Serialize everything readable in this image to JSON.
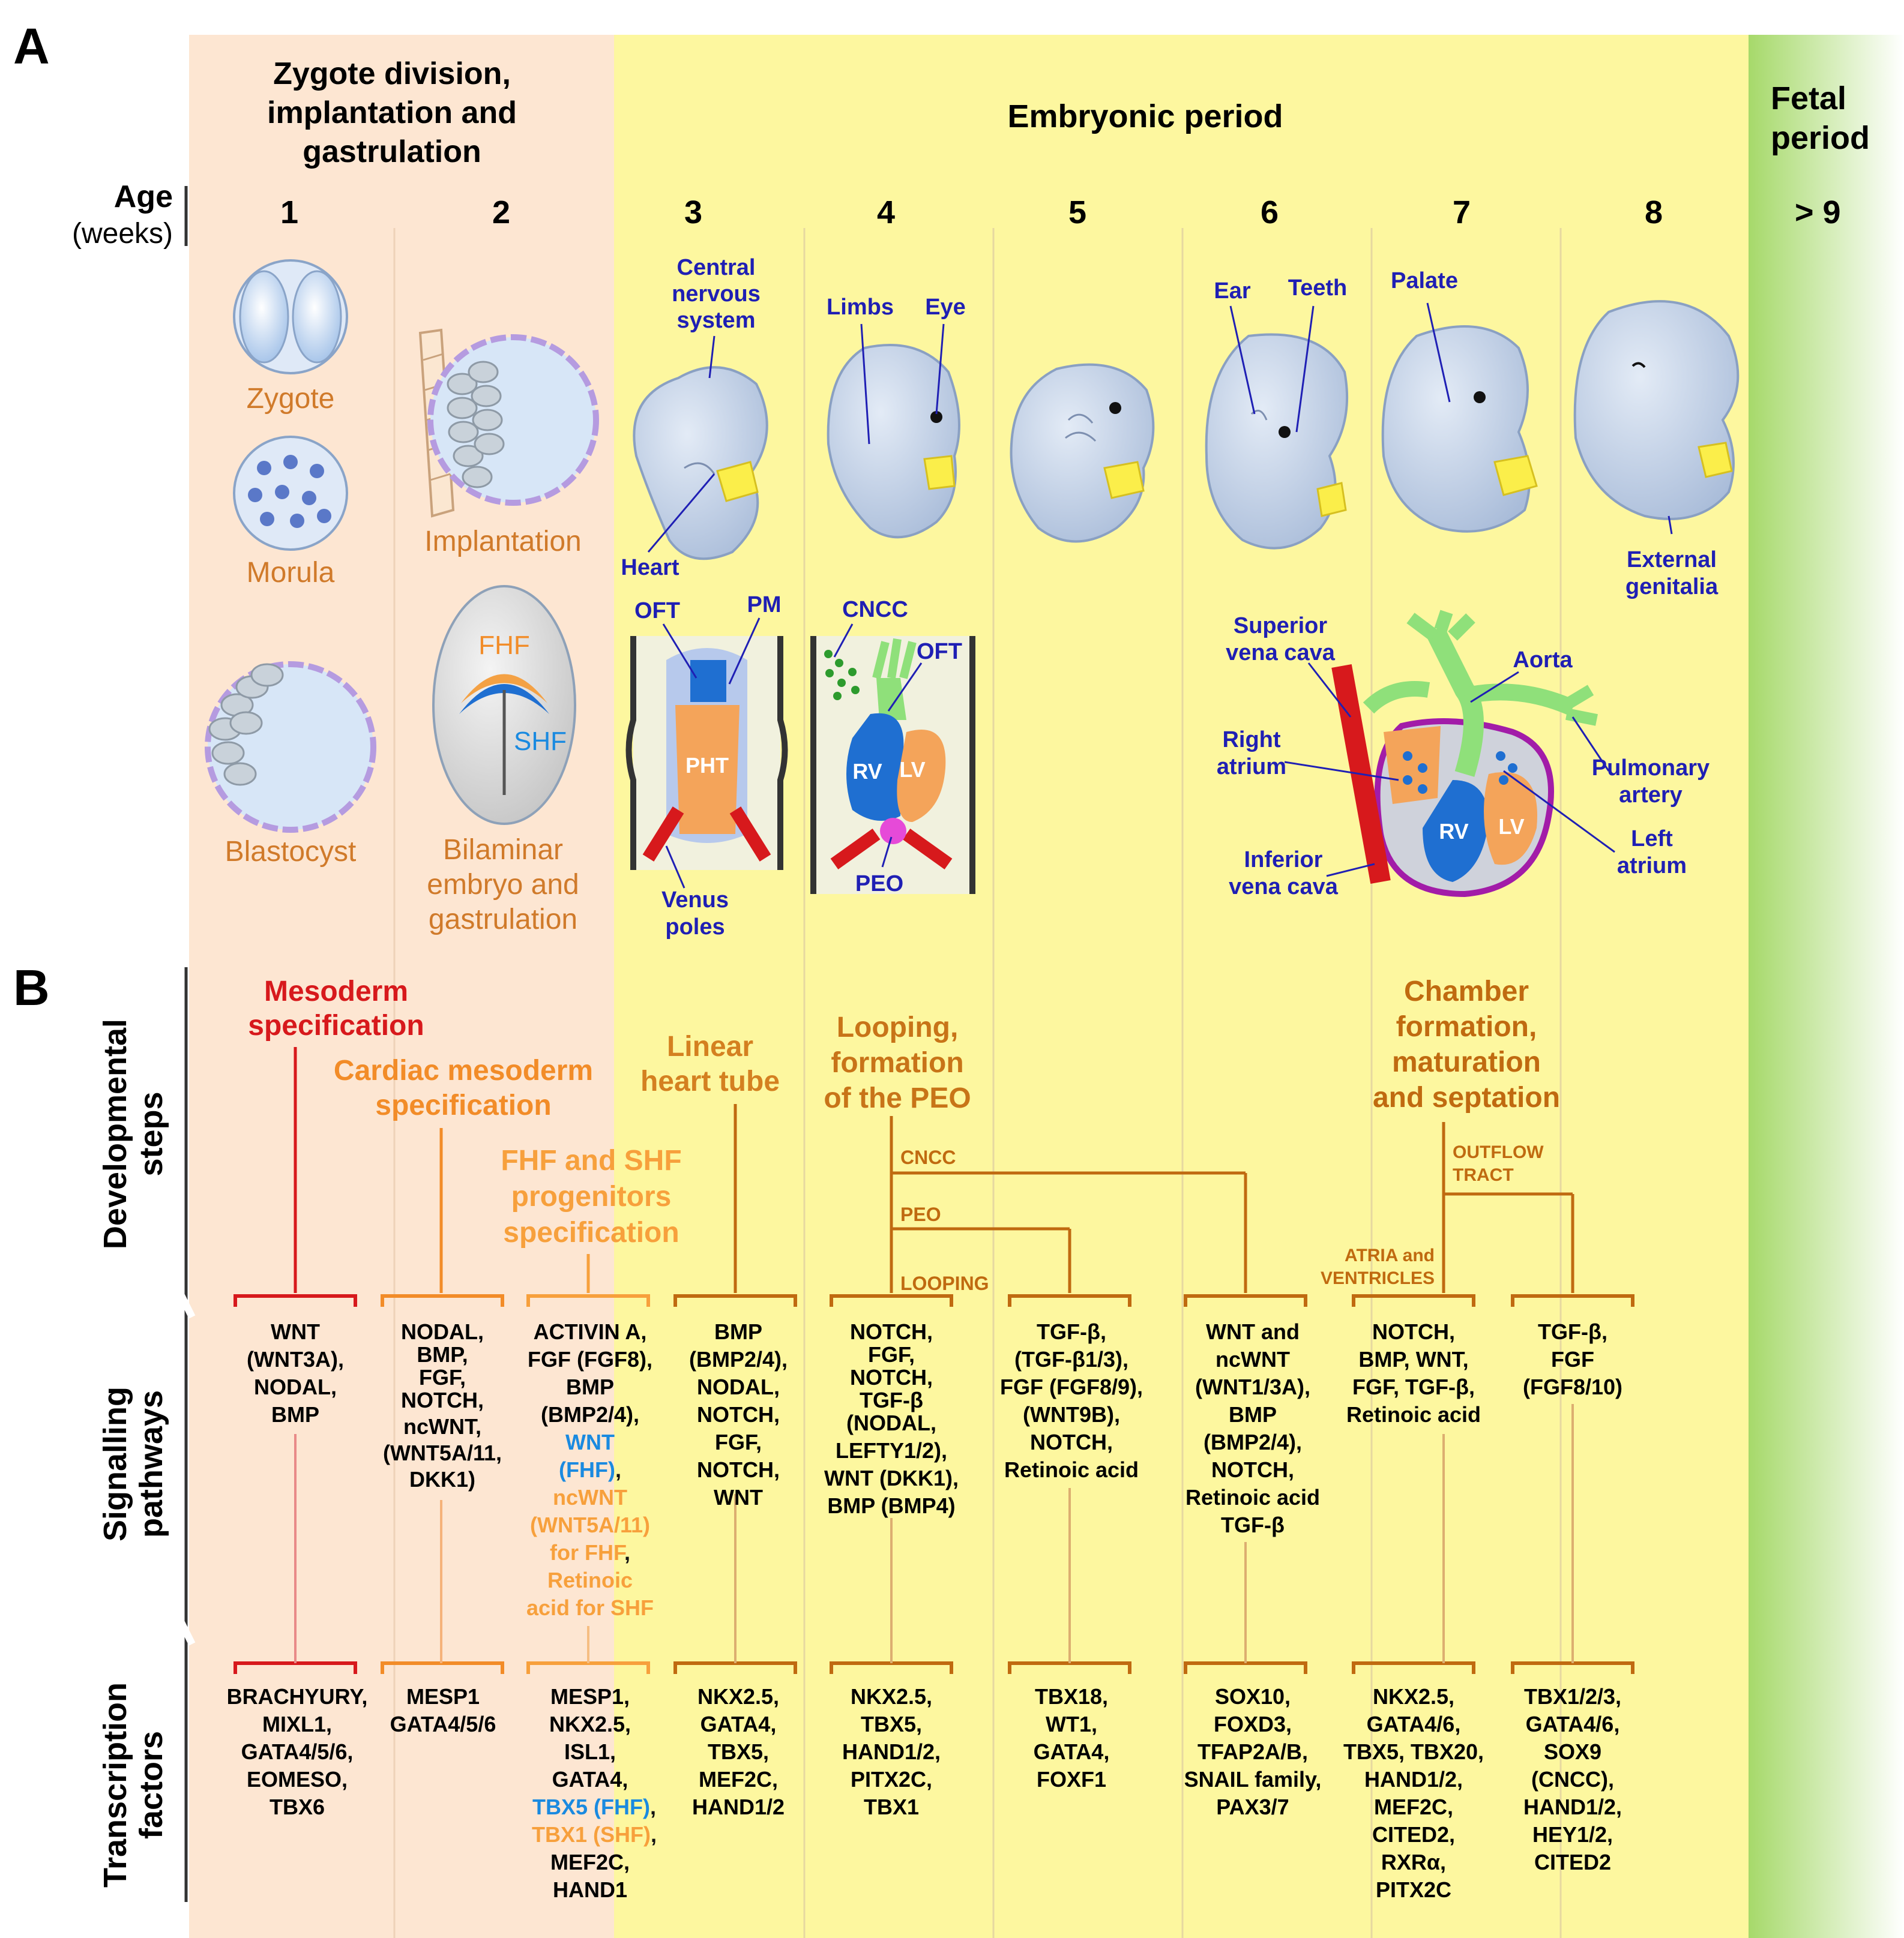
{
  "panels": {
    "a": "A",
    "b": "B"
  },
  "periods": {
    "first": [
      "Zygote division,",
      "implantation and",
      "gastrulation"
    ],
    "embryonic": "Embryonic period",
    "fetal": [
      "Fetal",
      "period"
    ]
  },
  "age": {
    "label": "Age",
    "unit": "(weeks)",
    "weeks": [
      "1",
      "2",
      "3",
      "4",
      "5",
      "6",
      "7",
      "8",
      "> 9"
    ]
  },
  "stages": {
    "zygote": "Zygote",
    "morula": "Morula",
    "blastocyst": "Blastocyst",
    "implantation": "Implantation",
    "bilaminar": [
      "Bilaminar",
      "embryo and",
      "gastrulation"
    ],
    "fhf": "FHF",
    "shf": "SHF"
  },
  "organ_labels": {
    "cns": [
      "Central",
      "nervous",
      "system"
    ],
    "heart": "Heart",
    "limbs": "Limbs",
    "eye": "Eye",
    "ear": "Ear",
    "teeth": "Teeth",
    "palate": "Palate",
    "external_genitalia": [
      "External",
      "genitalia"
    ]
  },
  "heart_labels": {
    "oft": "OFT",
    "pm": "PM",
    "pht": "PHT",
    "venus_poles": [
      "Venus",
      "poles"
    ],
    "cncc": "CNCC",
    "oft2": "OFT",
    "rv": "RV",
    "lv": "LV",
    "peo": "PEO",
    "superior_vena_cava": [
      "Superior",
      "vena cava"
    ],
    "aorta": "Aorta",
    "right_atrium": [
      "Right",
      "atrium"
    ],
    "pulmonary_artery": [
      "Pulmonary",
      "artery"
    ],
    "inferior_vena_cava": [
      "Inferior",
      "vena cava"
    ],
    "left_atrium": [
      "Left",
      "atrium"
    ],
    "rv2": "RV",
    "lv2": "LV"
  },
  "row_labels": {
    "steps": [
      "Developmental",
      "steps"
    ],
    "signalling": [
      "Signalling",
      "pathways"
    ],
    "tf": [
      "Transcription",
      "factors"
    ]
  },
  "steps": {
    "mesoderm": [
      "Mesoderm",
      "specification"
    ],
    "cardiac": [
      "Cardiac mesoderm",
      "specification"
    ],
    "fhf_shf": [
      "FHF and SHF",
      "progenitors",
      "specification"
    ],
    "linear": [
      "Linear",
      "heart tube"
    ],
    "looping": [
      "Looping,",
      "formation",
      "of the PEO"
    ],
    "chamber": [
      "Chamber",
      "formation,",
      "maturation",
      "and septation"
    ]
  },
  "branch_labels": {
    "cncc": "CNCC",
    "peo": "PEO",
    "looping": "LOOPING",
    "outflow": [
      "OUTFLOW",
      "TRACT"
    ],
    "atria": [
      "ATRIA and",
      "VENTRICLES"
    ]
  },
  "signalling": {
    "c1": [
      "WNT",
      "(WNT3A),",
      "NODAL,",
      "BMP"
    ],
    "c2": [
      "NODAL,",
      "BMP,",
      "FGF,",
      "NOTCH,",
      "ncWNT,",
      "(WNT5A/11,",
      "DKK1)"
    ],
    "c3_black": [
      "ACTIVIN A,",
      "FGF (FGF8),",
      "BMP",
      "(BMP2/4),"
    ],
    "c3_blue": [
      "WNT",
      "(FHF)"
    ],
    "c3_comma": [
      ",",
      ","
    ],
    "c3_orange": [
      "ncWNT",
      "(WNT5A/11)",
      "for FHF",
      "Retinoic",
      "acid for SHF"
    ],
    "c4": [
      "BMP",
      "(BMP2/4),",
      "NODAL,",
      "NOTCH,",
      "FGF,",
      "NOTCH,",
      "WNT"
    ],
    "c5": [
      "NOTCH,",
      "FGF,",
      "NOTCH,",
      "TGF-β",
      "(NODAL,",
      "LEFTY1/2),",
      "WNT (DKK1),",
      "BMP (BMP4)"
    ],
    "c6": [
      "TGF-β,",
      "(TGF-β1/3),",
      "FGF (FGF8/9),",
      "(WNT9B),",
      "NOTCH,",
      "Retinoic acid"
    ],
    "c7": [
      "WNT and",
      "ncWNT",
      "(WNT1/3A),",
      "BMP",
      "(BMP2/4),",
      "NOTCH,",
      "Retinoic acid",
      "TGF-β"
    ],
    "c8": [
      "NOTCH,",
      "BMP, WNT,",
      "FGF, TGF-β,",
      "Retinoic acid"
    ],
    "c9": [
      "TGF-β,",
      "FGF",
      "(FGF8/10)"
    ]
  },
  "tf": {
    "c1": [
      "BRACHYURY,",
      "MIXL1,",
      "GATA4/5/6,",
      "EOMESO,",
      "TBX6"
    ],
    "c2": [
      "MESP1",
      "GATA4/5/6"
    ],
    "c3_black": [
      "MESP1,",
      "NKX2.5,",
      "ISL1,",
      "GATA4,"
    ],
    "c3_blue": "TBX5 (FHF)",
    "c3_orange": "TBX1 (SHF)",
    "c3_comma": [
      ",",
      ","
    ],
    "c3_rest": [
      "MEF2C,",
      "HAND1"
    ],
    "c4": [
      "NKX2.5,",
      "GATA4,",
      "TBX5,",
      "MEF2C,",
      "HAND1/2"
    ],
    "c5": [
      "NKX2.5,",
      "TBX5,",
      "HAND1/2,",
      "PITX2C,",
      "TBX1"
    ],
    "c6": [
      "TBX18,",
      "WT1,",
      "GATA4,",
      "FOXF1"
    ],
    "c7": [
      "SOX10,",
      "FOXD3,",
      "TFAP2A/B,",
      "SNAIL family,",
      "PAX3/7"
    ],
    "c8": [
      "NKX2.5,",
      "GATA4/6,",
      "TBX5, TBX20,",
      "HAND1/2,",
      "MEF2C,",
      "CITED2,",
      "RXRα,",
      "PITX2C"
    ],
    "c9": [
      "TBX1/2/3,",
      "GATA4/6,",
      "SOX9",
      "(CNCC),",
      "HAND1/2,",
      "HEY1/2,",
      "CITED2"
    ]
  },
  "colors": {
    "peach": "#fde6d2",
    "yellow": "#fdf79f",
    "green": "#a6d96a",
    "red": "#d7191c",
    "orange": "#f28c28",
    "light_orange": "#f7a03c",
    "brown": "#c06a10",
    "blue_text": "#1f1fb4",
    "blue_fhf": "#1a8ae0",
    "embryo": "#c9d6ea"
  }
}
